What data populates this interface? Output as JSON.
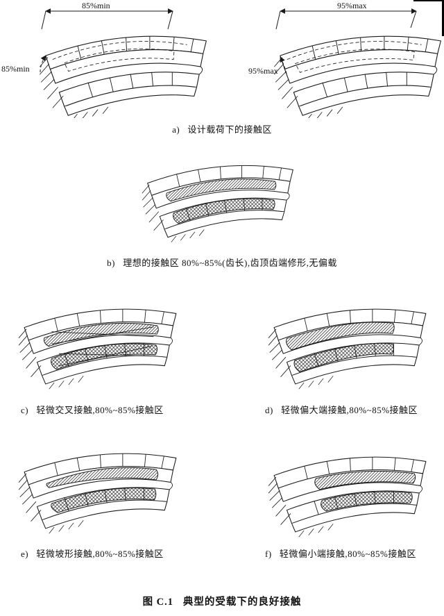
{
  "page": {
    "background": "#ffffff",
    "ink": "#1a1a1a"
  },
  "figure_a": {
    "left": {
      "dim_label": "85%min",
      "side_label": "85%min"
    },
    "right": {
      "dim_label": "95%max",
      "side_label": "95%max"
    },
    "caption": "a)   设计载荷下的接触区"
  },
  "figure_b": {
    "caption": "b)   理想的接触区 80%~85%(齿长),齿顶齿端修形,无偏载"
  },
  "figure_c": {
    "caption": "c)   轻微交叉接触,80%~85%接触区"
  },
  "figure_d": {
    "caption": "d)   轻微偏大端接触,80%~85%接触区"
  },
  "figure_e": {
    "caption": "e)   轻微坡形接触,80%~85%接触区"
  },
  "figure_f": {
    "caption": "f)   轻微偏小端接触,80%~85%接触区"
  },
  "figure_title": "图 C.1   典型的受载下的良好接触"
}
